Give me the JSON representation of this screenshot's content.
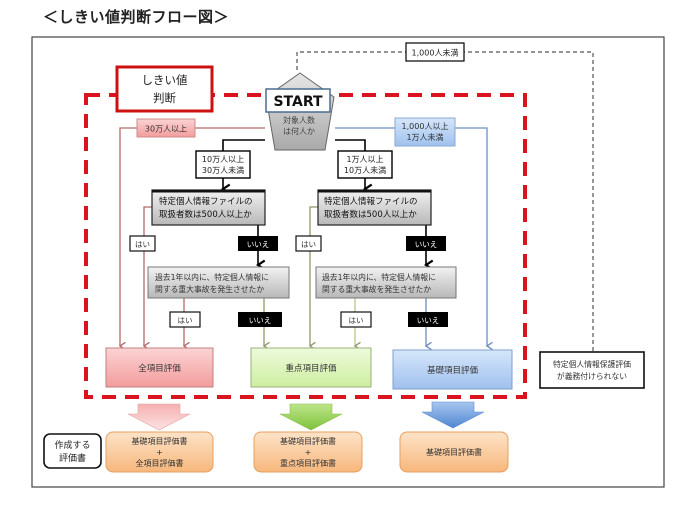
{
  "title": "＜しきい値判断フロー図＞",
  "threshold_label": [
    "しきい値",
    "判断"
  ],
  "start": {
    "label": "START",
    "question": [
      "対象人数",
      "は何人か"
    ]
  },
  "branches": {
    "over_300k": "30万人以上",
    "range_100k_300k": [
      "10万人以上",
      "30万人未満"
    ],
    "range_10k_100k": [
      "1万人以上",
      "10万人未満"
    ],
    "range_1k_10k": [
      "1,000人以上",
      "1万人未満"
    ],
    "under_1k": "1,000人未満"
  },
  "decision_handlers": [
    "特定個人情報ファイルの",
    "取扱者数は500人以上か"
  ],
  "decision_incident": [
    "過去1年以内に、特定個人情報に",
    "関する重大事故を発生させたか"
  ],
  "yes": "はい",
  "no": "いいえ",
  "results": {
    "full": "全項目評価",
    "key": "重点項目評価",
    "basic": "基礎項目評価",
    "not_required": [
      "特定個人情報保護評価",
      "が義務付けられない"
    ]
  },
  "documents_label": [
    "作成する",
    "評価書"
  ],
  "documents": {
    "full": [
      "基礎項目評価書",
      "+",
      "全項目評価書"
    ],
    "key": [
      "基礎項目評価書",
      "+",
      "重点項目評価書"
    ],
    "basic": [
      "基礎項目評価書"
    ]
  },
  "colors": {
    "red_dash": "#d9141e",
    "full_fill": "#f7b6b6",
    "key_fill": "#dcf5b8",
    "basic_fill": "#b3cff2",
    "doc_fill": "#f9c99b",
    "line_red": "#b56b6b",
    "line_green": "#8e9a6a",
    "line_blue": "#6e8fbf"
  }
}
